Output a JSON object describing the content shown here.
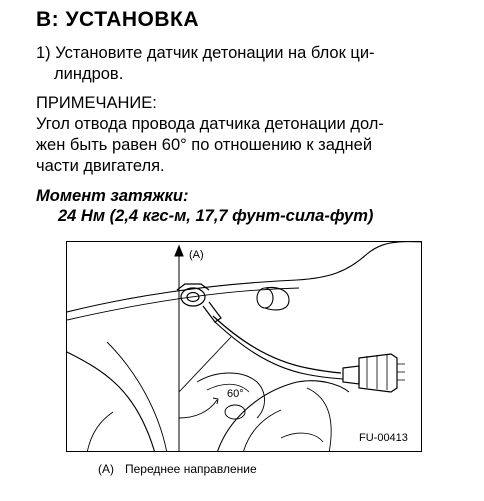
{
  "section": {
    "heading": "B:  УСТАНОВКА"
  },
  "step1": {
    "line1": "1) Установите датчик детонации на блок ци-",
    "line2": "линдров."
  },
  "note": {
    "label": "ПРИМЕЧАНИЕ:",
    "line1": "Угол отвода провода датчика детонации дол-",
    "line2": "жен быть равен 60° по отношению к задней",
    "line3": "части двигателя."
  },
  "torque": {
    "label": "Момент затяжки:",
    "value": "24 Нм (2,4 кгс-м, 17,7 фунт-сила-фут)"
  },
  "figure": {
    "callout": "(A)",
    "angle": "60°",
    "code": "FU-00413"
  },
  "caption": {
    "tag": "(A)",
    "text": "Переднее направление"
  }
}
